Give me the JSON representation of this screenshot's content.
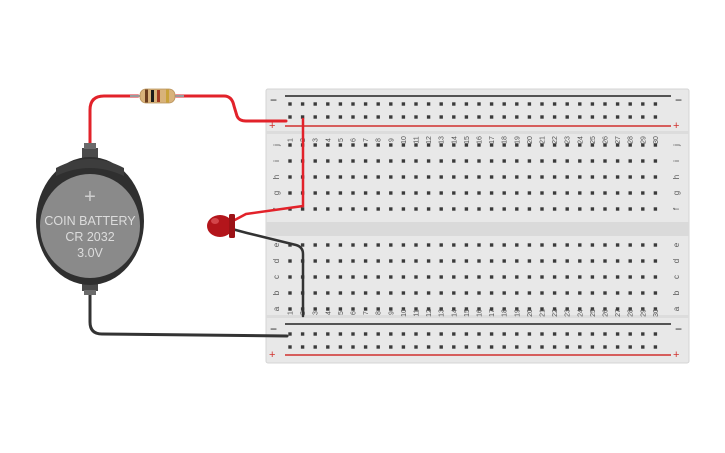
{
  "battery": {
    "name_line": "COIN BATTERY",
    "model_line": "CR 2032",
    "voltage_line": "3.0V",
    "plus_symbol": "+"
  },
  "breadboard": {
    "columns": [
      "1",
      "2",
      "3",
      "4",
      "5",
      "6",
      "7",
      "8",
      "9",
      "10",
      "11",
      "12",
      "13",
      "14",
      "15",
      "16",
      "17",
      "18",
      "19",
      "20",
      "21",
      "22",
      "23",
      "24",
      "25",
      "26",
      "27",
      "28",
      "29",
      "30"
    ],
    "rows_top": [
      "j",
      "i",
      "h",
      "g",
      "f"
    ],
    "rows_bottom": [
      "e",
      "d",
      "c",
      "b",
      "a"
    ],
    "rail_minus_label": "−",
    "rail_plus_label": "+"
  },
  "colors": {
    "wire_red": "#e2222a",
    "wire_black": "#333333",
    "rail_red": "#d0312d",
    "rail_black": "#222222",
    "board": "#e9e9e9",
    "battery_body": "#2f2f2f",
    "battery_face": "#8a8a8a",
    "led": "#b3151b"
  }
}
